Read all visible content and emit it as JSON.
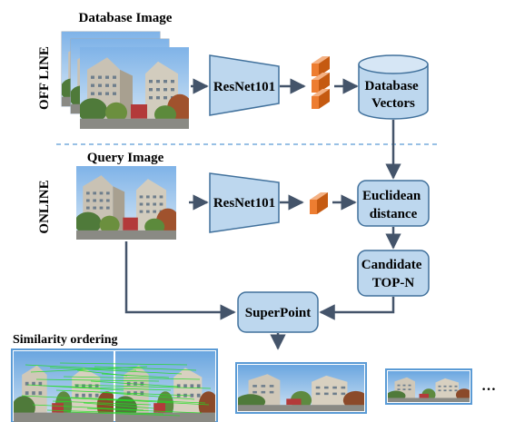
{
  "sections": {
    "offline": "OFF LINE",
    "online": "ONLINE"
  },
  "captions": {
    "database_image": "Database Image",
    "query_image": "Query Image",
    "similarity_ordering": "Similarity ordering"
  },
  "nodes": {
    "resnet_offline": "ResNet101",
    "resnet_online": "ResNet101",
    "database_vectors": [
      "Database",
      "Vectors"
    ],
    "euclidean_distance": [
      "Euclidean",
      "distance"
    ],
    "candidate_topn": [
      "Candidate",
      "TOP-N"
    ],
    "superpoint": "SuperPoint"
  },
  "ellipsis": "…",
  "colors": {
    "node_fill": "#bdd7ee",
    "node_stroke": "#41719c",
    "arrow": "#44546a",
    "feature_block": "#ed7d31",
    "divider": "#5b9bd5",
    "match_lines": "#22dd22"
  }
}
